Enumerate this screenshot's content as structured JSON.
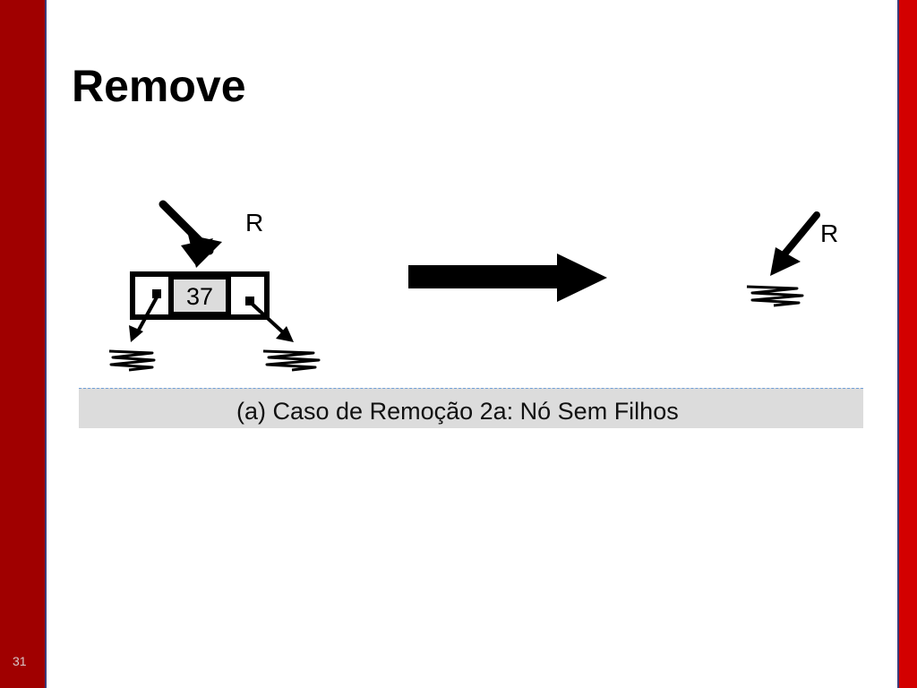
{
  "slide": {
    "title": "Remove",
    "page_number": "31",
    "left_bar_color": "#a00000",
    "right_bar_color": "#d30000"
  },
  "diagram": {
    "before": {
      "node_key": "37",
      "pointer_label": "R"
    },
    "after": {
      "pointer_label": "R"
    },
    "transition_arrow_icon": "arrow-right-icon",
    "null_symbol_icon": "null-pointer-icon",
    "caption": "(a) Caso de Remoção 2a: Nó Sem Filhos"
  }
}
